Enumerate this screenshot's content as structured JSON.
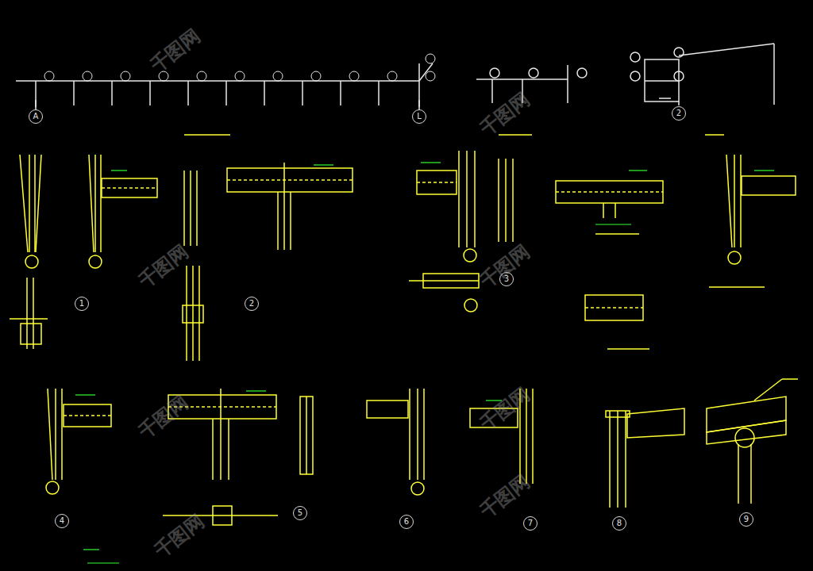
{
  "diagram": {
    "nodes": [
      {
        "text": [
          "A"
        ]
      },
      {
        "text": [
          "L"
        ]
      },
      {
        "text": [
          "2"
        ]
      },
      {
        "text": [
          "1"
        ]
      },
      {
        "text": [
          "2"
        ]
      },
      {
        "text": [
          "3"
        ]
      },
      {
        "text": [
          "4"
        ]
      },
      {
        "text": [
          "5"
        ]
      },
      {
        "text": [
          "6"
        ]
      },
      {
        "text": [
          "7"
        ]
      },
      {
        "text": [
          "8"
        ]
      },
      {
        "text": [
          "9"
        ]
      }
    ],
    "labels": [
      "千图网",
      "千图网",
      "千图网",
      "千图网",
      "千图网",
      "千图网",
      "千图网",
      "千图网"
    ]
  }
}
